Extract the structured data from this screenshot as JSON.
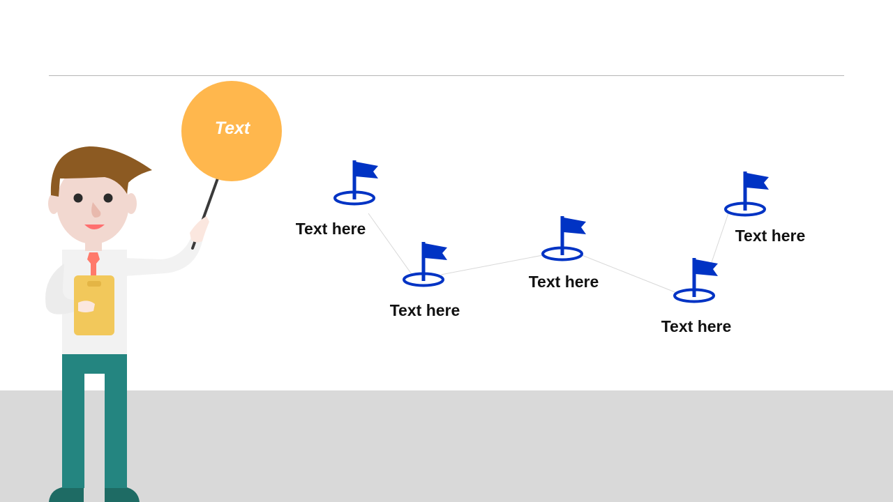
{
  "bubble": {
    "text": "Text"
  },
  "milestones": [
    {
      "label": "Text here"
    },
    {
      "label": "Text here"
    },
    {
      "label": "Text here"
    },
    {
      "label": "Text here"
    },
    {
      "label": "Text here"
    }
  ],
  "colors": {
    "flag": "#0033c4",
    "bubble": "#ffb74d",
    "floor": "#d9d9d9",
    "connector": "#d8d8d8"
  },
  "icons": [
    "flag-icon",
    "presenter-illustration",
    "pointer-stick",
    "clipboard-icon"
  ]
}
